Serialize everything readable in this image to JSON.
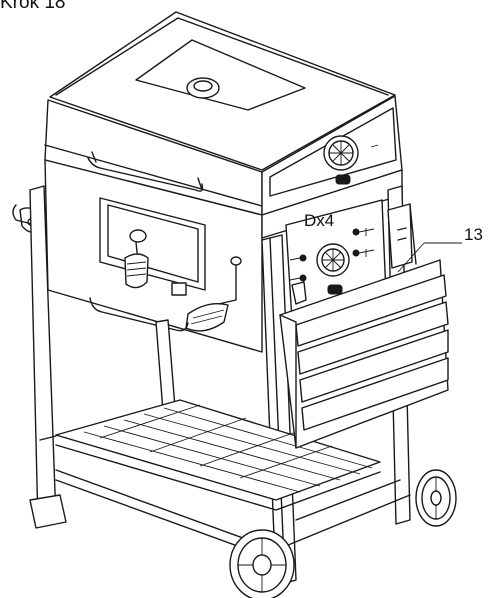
{
  "step_title": "Krok 18",
  "callouts": {
    "screws": "Dx4",
    "part_number": "13"
  }
}
